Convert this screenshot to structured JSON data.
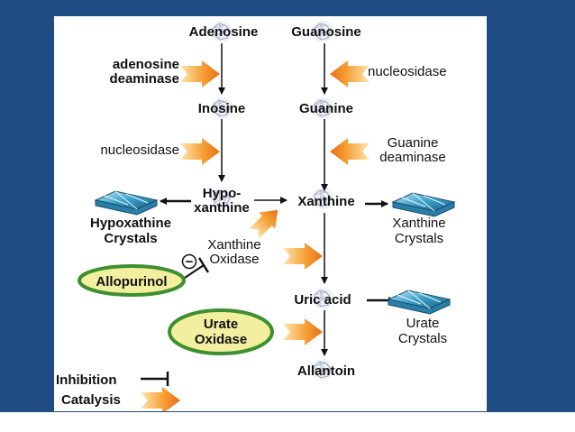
{
  "colors": {
    "slide_background": "#1f4d83",
    "panel_background": "#ffffff",
    "catalysis_arrow": "#f08a1c",
    "oval_fill": "#f2efa0",
    "oval_border": "#3e8f2f",
    "crystal_fill": "#3aa0c8"
  },
  "icons": {
    "molecule": "molecule-icon",
    "crystal": "crystal-icon",
    "catalysis": "orange-arrow-icon",
    "inhibition": "inhibition-bar-icon"
  },
  "compounds": {
    "adenosine": "Adenosine",
    "guanosine": "Guanosine",
    "inosine": "Inosine",
    "guanine": "Guanine",
    "hypoxanthine_line1": "Hypo-",
    "hypoxanthine_line2": "xanthine",
    "xanthine": "Xanthine",
    "uric_acid": "Uric acid",
    "allantoin": "Allantoin"
  },
  "enzymes": {
    "adenosine_deaminase_line1": "adenosine",
    "adenosine_deaminase_line2": "deaminase",
    "nucleosidase_right": "nucleosidase",
    "nucleosidase_left": "nucleosidase",
    "guanine_deaminase_line1": "Guanine",
    "guanine_deaminase_line2": "deaminase",
    "xanthine_oxidase_line1": "Xanthine",
    "xanthine_oxidase_line2": "Oxidase"
  },
  "crystals": {
    "hypoxanthine_line1": "Hypoxathine",
    "hypoxanthine_line2": "Crystals",
    "xanthine_line1": "Xanthine",
    "xanthine_line2": "Crystals",
    "urate_line1": "Urate",
    "urate_line2": "Crystals"
  },
  "drugs": {
    "allopurinol": "Allopurinol",
    "urate_oxidase_line1": "Urate",
    "urate_oxidase_line2": "Oxidase",
    "minus_sign": "−"
  },
  "legend": {
    "inhibition": "Inhibition",
    "catalysis": "Catalysis"
  }
}
